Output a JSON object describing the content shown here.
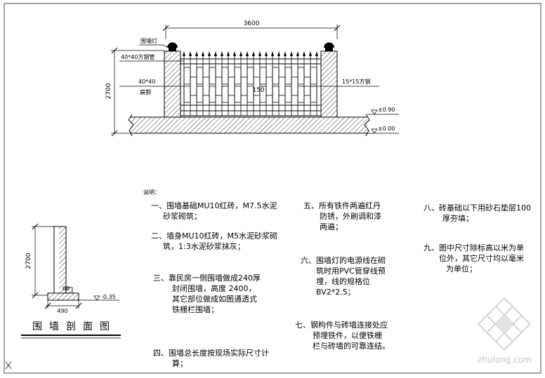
{
  "elevation": {
    "dim_width": "3600",
    "dim_height": "2700",
    "label_lamp": "围墙灯",
    "label_post": "40*40方钢管",
    "label_flat_size": "40*40",
    "label_flat_name": "扁钢",
    "label_square": "15*15方钢",
    "label_spacing": "150",
    "elev_top": "±0.90",
    "elev_ground": "±0.00"
  },
  "section": {
    "dim_height": "2700",
    "dim_step": "60",
    "dim_width": "490",
    "elev": "-0.35",
    "title": "围墙剖面图"
  },
  "notes": {
    "heading": "说明：",
    "items": [
      {
        "lines": [
          "一、围墙基础MU10红砖，M7.5水泥",
          "砂浆砌筑；"
        ]
      },
      {
        "lines": [
          "二、墙身MU10红砖，M5水泥砂浆砌",
          "筑，1:3水泥砂浆抹灰；"
        ]
      },
      {
        "lines": [
          "三、靠民房一侧围墙做成240厚",
          "封闭围墙，高度    2400，",
          "其它部位做成如图通透式",
          "铁栅栏围墙；"
        ]
      },
      {
        "lines": [
          "四、围墙总长度按现场实际尺寸计",
          "算；"
        ]
      },
      {
        "lines": [
          "五、所有铁件两遍红丹",
          "防锈，外刷调和漆",
          "两遍；"
        ]
      },
      {
        "lines": [
          "六、围墙灯的电源线在砌",
          "筑时用PVC管穿线预",
          "埋，线的规格位",
          "BV2*2.5；"
        ]
      },
      {
        "lines": [
          "七、钢构件与砖墙连接处应",
          "预埋铁件，以便铁栅",
          "栏与砖墙的可靠连结。"
        ]
      },
      {
        "lines": [
          "八、砖基础以下用砂石垫层100",
          "厚夯填；"
        ]
      },
      {
        "lines": [
          "九、图中尺寸除标高以米为单",
          "位外，其它尺寸均以毫米",
          "为单位；"
        ]
      }
    ]
  },
  "watermark": "zhulong.com"
}
